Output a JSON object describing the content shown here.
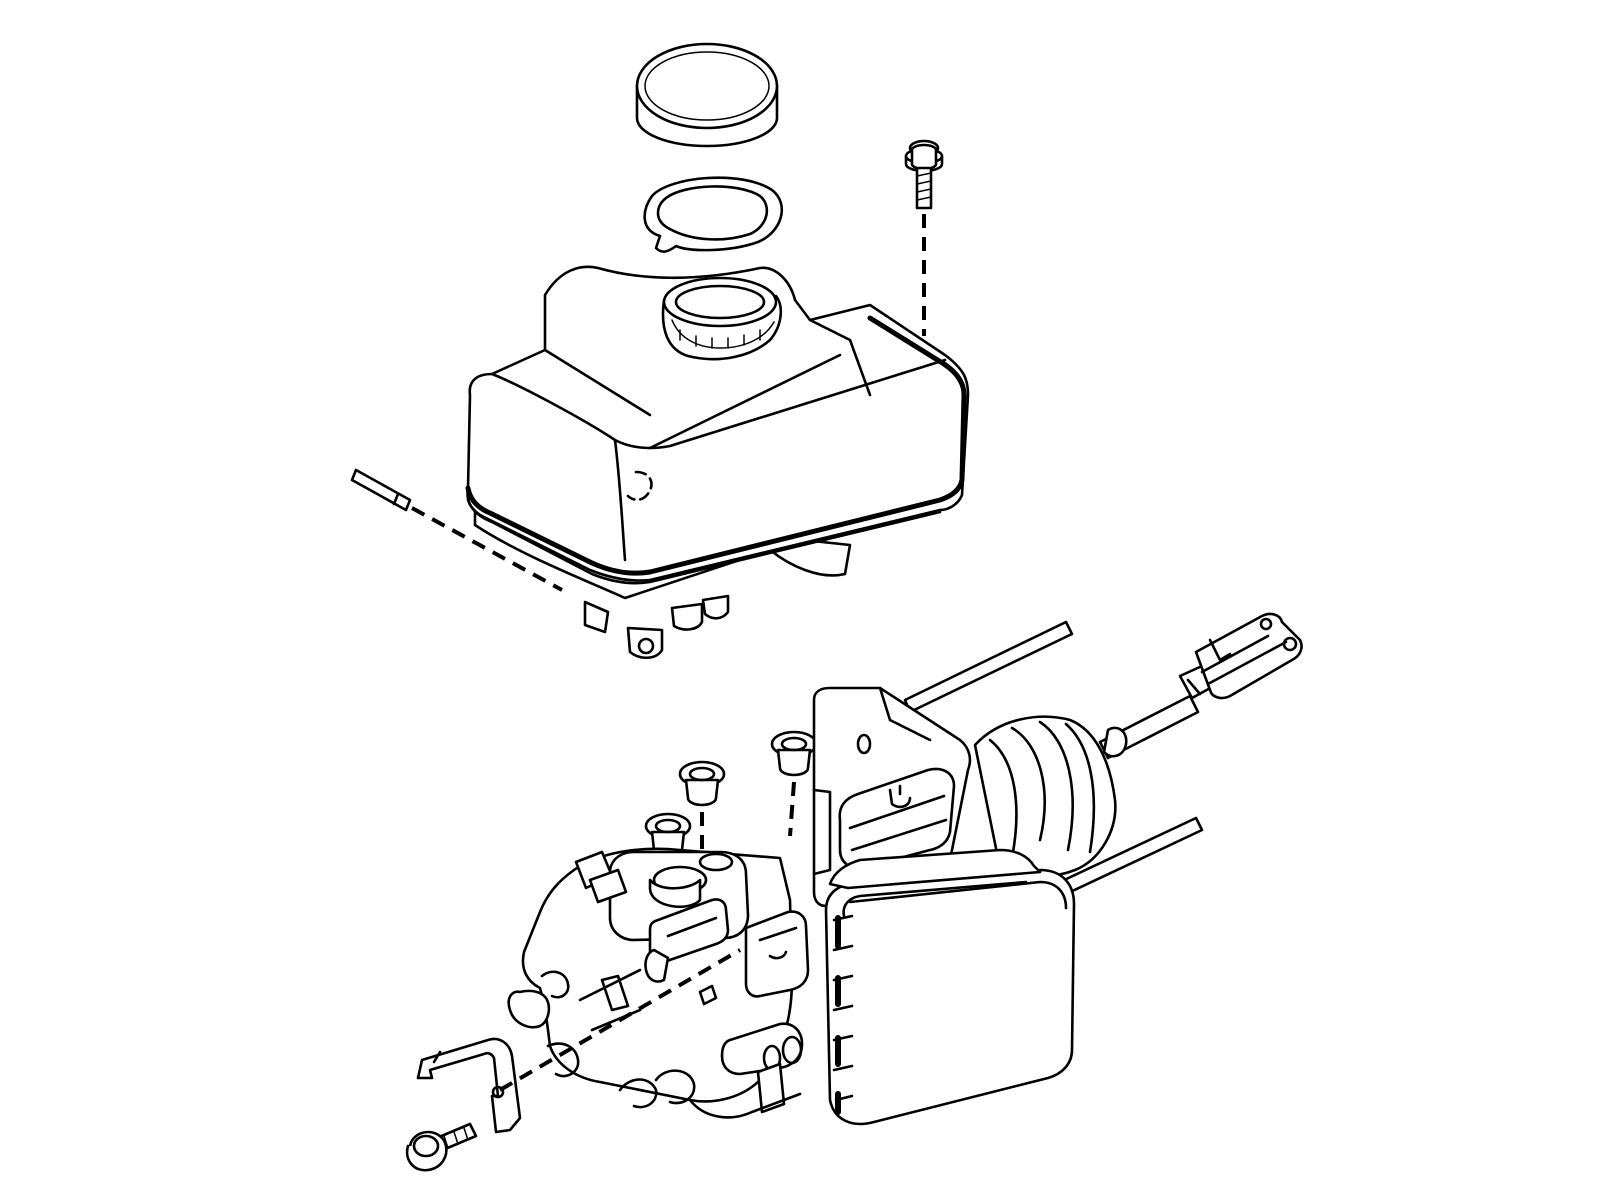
{
  "diagram": {
    "kind": "exploded-assembly",
    "style": "black line art on white",
    "stroke_color": "#000000",
    "background_color": "#ffffff",
    "parts": [
      "reservoir-cap",
      "cap-seal-ring",
      "reservoir-mounting-bolt",
      "fluid-reservoir",
      "retaining-pin",
      "reservoir-grommets",
      "master-cylinder",
      "brake-booster",
      "pushrod-clevis",
      "mounting-bracket",
      "bracket-bolt"
    ]
  }
}
